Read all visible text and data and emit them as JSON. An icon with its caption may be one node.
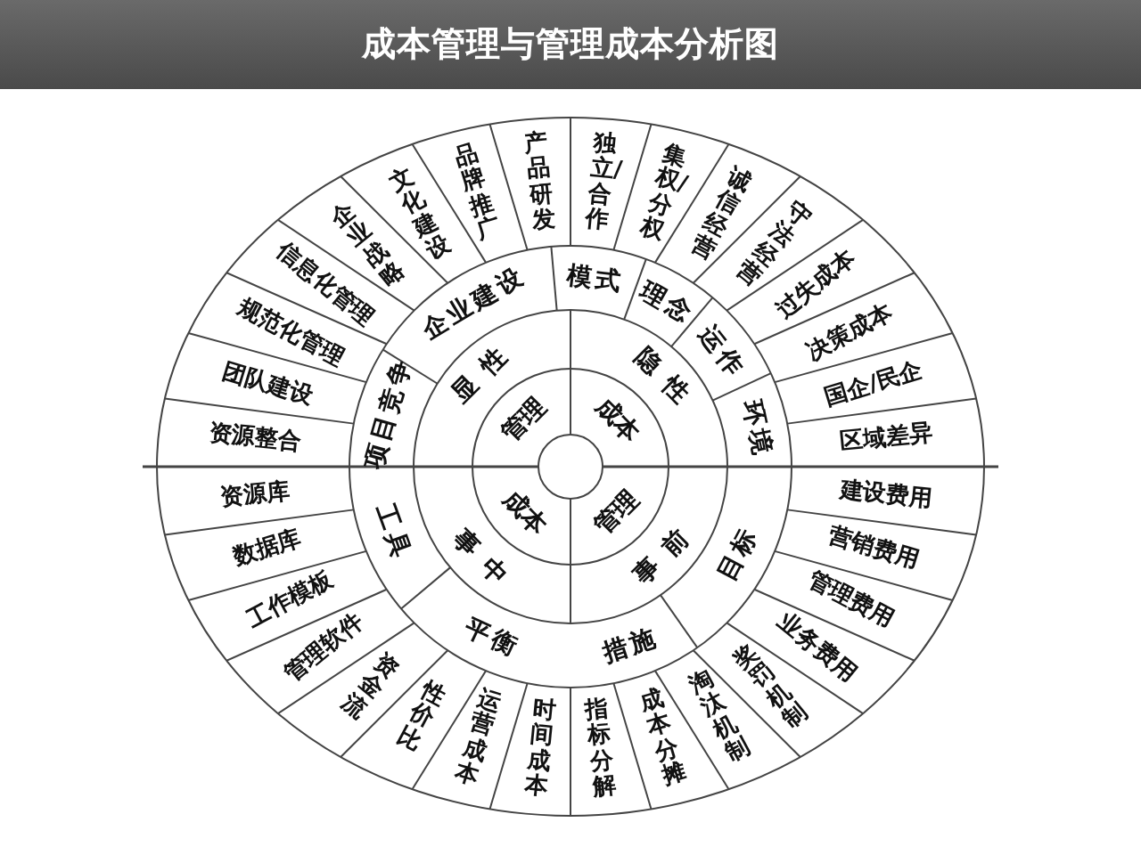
{
  "diagram": {
    "title": "成本管理与管理成本分析图",
    "nodes": [
      {
        "text": [
          "管理"
        ]
      },
      {
        "text": [
          "成本"
        ]
      },
      {
        "text": [
          "成本"
        ]
      },
      {
        "text": [
          "管理"
        ]
      },
      {
        "text": [
          "显性"
        ]
      },
      {
        "text": [
          "隐性"
        ]
      },
      {
        "text": [
          "事中"
        ]
      },
      {
        "text": [
          "事前"
        ]
      },
      {
        "text": [
          "项目竞争"
        ]
      },
      {
        "text": [
          "企业建设"
        ]
      },
      {
        "text": [
          "模式"
        ]
      },
      {
        "text": [
          "理念"
        ]
      },
      {
        "text": [
          "运作"
        ]
      },
      {
        "text": [
          "环境"
        ]
      },
      {
        "text": [
          "目标"
        ]
      },
      {
        "text": [
          "措施"
        ]
      },
      {
        "text": [
          "平衡"
        ]
      },
      {
        "text": [
          "工具"
        ]
      },
      {
        "text": [
          "资源整合"
        ]
      },
      {
        "text": [
          "团队建设"
        ]
      },
      {
        "text": [
          "规范化管理"
        ]
      },
      {
        "text": [
          "信息化管理"
        ]
      },
      {
        "text": [
          "企业战略"
        ]
      },
      {
        "text": [
          "文化建设"
        ]
      },
      {
        "text": [
          "品牌推广"
        ]
      },
      {
        "text": [
          "产品研发"
        ]
      },
      {
        "text": [
          "独立/合作"
        ]
      },
      {
        "text": [
          "集权/分权"
        ]
      },
      {
        "text": [
          "诚信经营"
        ]
      },
      {
        "text": [
          "守法经营"
        ]
      },
      {
        "text": [
          "过失成本"
        ]
      },
      {
        "text": [
          "决策成本"
        ]
      },
      {
        "text": [
          "国企/民企"
        ]
      },
      {
        "text": [
          "区域差异"
        ]
      },
      {
        "text": [
          "建设费用"
        ]
      },
      {
        "text": [
          "营销费用"
        ]
      },
      {
        "text": [
          "管理费用"
        ]
      },
      {
        "text": [
          "业务费用"
        ]
      },
      {
        "text": [
          "奖罚机制"
        ]
      },
      {
        "text": [
          "淘汰机制"
        ]
      },
      {
        "text": [
          "成本分摊"
        ]
      },
      {
        "text": [
          "指标分解"
        ]
      },
      {
        "text": [
          "时间成本"
        ]
      },
      {
        "text": [
          "运营成本"
        ]
      },
      {
        "text": [
          "性价比"
        ]
      },
      {
        "text": [
          "资金流"
        ]
      },
      {
        "text": [
          "管理软件"
        ]
      },
      {
        "text": [
          "工作模板"
        ]
      },
      {
        "text": [
          "数据库"
        ]
      },
      {
        "text": [
          "资源库"
        ]
      }
    ]
  }
}
